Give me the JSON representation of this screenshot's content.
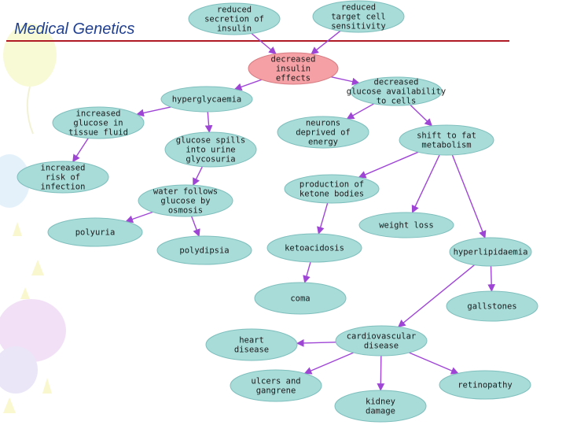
{
  "title": "Medical Genetics",
  "colors": {
    "node_fill": "#a8dcd9",
    "node_stroke": "#7fbfbd",
    "highlight_fill": "#f4a0a4",
    "highlight_stroke": "#d77e84",
    "arrow": "#9f45d6",
    "rule": "#b01a24",
    "title": "#1f3f93"
  },
  "nodes": [
    {
      "id": "reduced-secretion",
      "lines": [
        "reduced",
        "secretion of",
        "insulin"
      ]
    },
    {
      "id": "reduced-sensitivity",
      "lines": [
        "reduced",
        "target cell",
        "sensitivity"
      ]
    },
    {
      "id": "decreased-insulin-effects",
      "lines": [
        "decreased",
        "insulin",
        "effects"
      ],
      "highlight": true
    },
    {
      "id": "decreased-glucose-availability",
      "lines": [
        "decreased",
        "glucose availability",
        "to cells"
      ]
    },
    {
      "id": "hyperglycaemia",
      "lines": [
        "hyperglycaemia"
      ]
    },
    {
      "id": "increased-glucose-tissue",
      "lines": [
        "increased",
        "glucose in",
        "tissue fluid"
      ]
    },
    {
      "id": "glucose-spills",
      "lines": [
        "glucose spills",
        "into urine",
        "glycosuria"
      ]
    },
    {
      "id": "neurons-deprived",
      "lines": [
        "neurons",
        "deprived of",
        "energy"
      ]
    },
    {
      "id": "shift-fat",
      "lines": [
        "shift to fat",
        "metabolism"
      ]
    },
    {
      "id": "increased-infection",
      "lines": [
        "increased",
        "risk of",
        "infection"
      ]
    },
    {
      "id": "water-follows",
      "lines": [
        "water follows",
        "glucose by",
        "osmosis"
      ]
    },
    {
      "id": "ketone-bodies",
      "lines": [
        "production of",
        "ketone bodies"
      ]
    },
    {
      "id": "polyuria",
      "lines": [
        "polyuria"
      ]
    },
    {
      "id": "weight-loss",
      "lines": [
        "weight loss"
      ]
    },
    {
      "id": "polydipsia",
      "lines": [
        "polydipsia"
      ]
    },
    {
      "id": "ketoacidosis",
      "lines": [
        "ketoacidosis"
      ]
    },
    {
      "id": "hyperlipidaemia",
      "lines": [
        "hyperlipidaemia"
      ]
    },
    {
      "id": "coma",
      "lines": [
        "coma"
      ]
    },
    {
      "id": "gallstones",
      "lines": [
        "gallstones"
      ]
    },
    {
      "id": "heart-disease",
      "lines": [
        "heart",
        "disease"
      ]
    },
    {
      "id": "cardiovascular-disease",
      "lines": [
        "cardiovascular",
        "disease"
      ]
    },
    {
      "id": "ulcers-gangrene",
      "lines": [
        "ulcers and",
        "gangrene"
      ]
    },
    {
      "id": "retinopathy",
      "lines": [
        "retinopathy"
      ]
    },
    {
      "id": "kidney-damage",
      "lines": [
        "kidney",
        "damage"
      ]
    }
  ],
  "edges": [
    [
      "reduced-secretion",
      "decreased-insulin-effects"
    ],
    [
      "reduced-sensitivity",
      "decreased-insulin-effects"
    ],
    [
      "decreased-insulin-effects",
      "hyperglycaemia"
    ],
    [
      "decreased-insulin-effects",
      "decreased-glucose-availability"
    ],
    [
      "hyperglycaemia",
      "increased-glucose-tissue"
    ],
    [
      "hyperglycaemia",
      "glucose-spills"
    ],
    [
      "decreased-glucose-availability",
      "neurons-deprived"
    ],
    [
      "decreased-glucose-availability",
      "shift-fat"
    ],
    [
      "increased-glucose-tissue",
      "increased-infection"
    ],
    [
      "glucose-spills",
      "water-follows"
    ],
    [
      "shift-fat",
      "ketone-bodies"
    ],
    [
      "shift-fat",
      "weight-loss"
    ],
    [
      "shift-fat",
      "hyperlipidaemia"
    ],
    [
      "water-follows",
      "polyuria"
    ],
    [
      "water-follows",
      "polydipsia"
    ],
    [
      "ketone-bodies",
      "ketoacidosis"
    ],
    [
      "ketoacidosis",
      "coma"
    ],
    [
      "hyperlipidaemia",
      "gallstones"
    ],
    [
      "hyperlipidaemia",
      "cardiovascular-disease"
    ],
    [
      "cardiovascular-disease",
      "heart-disease"
    ],
    [
      "cardiovascular-disease",
      "ulcers-gangrene"
    ],
    [
      "cardiovascular-disease",
      "retinopathy"
    ],
    [
      "cardiovascular-disease",
      "kidney-damage"
    ]
  ]
}
